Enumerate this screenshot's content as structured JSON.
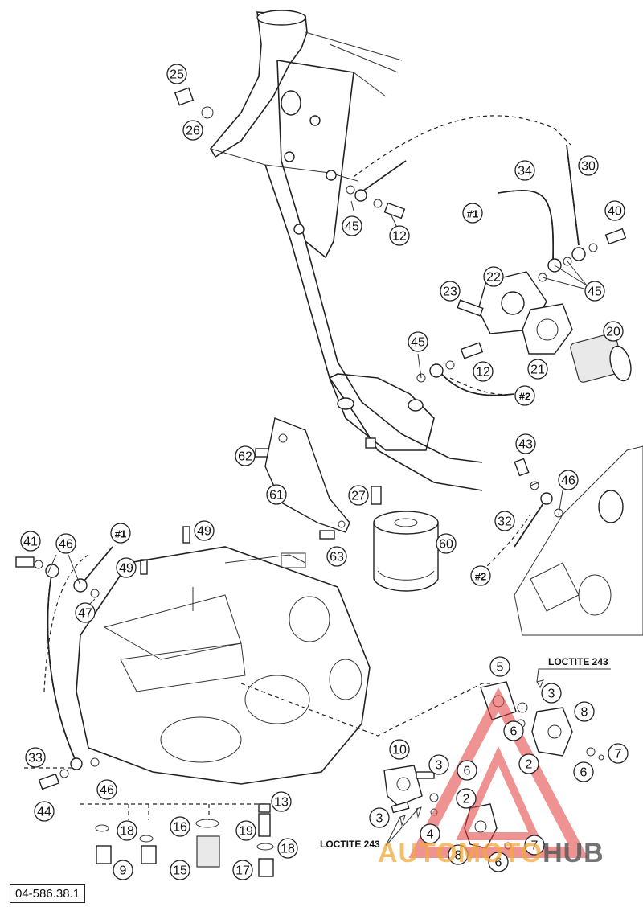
{
  "figure_code": "04-586.38.1",
  "loctite_labels": [
    "LOCTITE 243",
    "LOCTITE 243"
  ],
  "callouts": [
    {
      "id": "c25",
      "label": "25"
    },
    {
      "id": "c26",
      "label": "26"
    },
    {
      "id": "c45a",
      "label": "45"
    },
    {
      "id": "c12a",
      "label": "12"
    },
    {
      "id": "c34",
      "label": "34"
    },
    {
      "id": "c30",
      "label": "30"
    },
    {
      "id": "c1a",
      "label": "#1"
    },
    {
      "id": "c40",
      "label": "40"
    },
    {
      "id": "c22",
      "label": "22"
    },
    {
      "id": "c45b",
      "label": "45"
    },
    {
      "id": "c23",
      "label": "23"
    },
    {
      "id": "c20",
      "label": "20"
    },
    {
      "id": "c45c",
      "label": "45"
    },
    {
      "id": "c12b",
      "label": "12"
    },
    {
      "id": "c21",
      "label": "21"
    },
    {
      "id": "c2a",
      "label": "#2"
    },
    {
      "id": "c43",
      "label": "43"
    },
    {
      "id": "c46a",
      "label": "46"
    },
    {
      "id": "c62",
      "label": "62"
    },
    {
      "id": "c27",
      "label": "27"
    },
    {
      "id": "c61",
      "label": "61"
    },
    {
      "id": "c32",
      "label": "32"
    },
    {
      "id": "c60",
      "label": "60"
    },
    {
      "id": "c63",
      "label": "63"
    },
    {
      "id": "c2b",
      "label": "#2"
    },
    {
      "id": "c41",
      "label": "41"
    },
    {
      "id": "c46b",
      "label": "46"
    },
    {
      "id": "c1b",
      "label": "#1"
    },
    {
      "id": "c49a",
      "label": "49"
    },
    {
      "id": "c49b",
      "label": "49"
    },
    {
      "id": "c47",
      "label": "47"
    },
    {
      "id": "c5",
      "label": "5"
    },
    {
      "id": "c3a",
      "label": "3"
    },
    {
      "id": "c8a",
      "label": "8"
    },
    {
      "id": "c6a",
      "label": "6"
    },
    {
      "id": "c2c",
      "label": "2"
    },
    {
      "id": "c7a",
      "label": "7"
    },
    {
      "id": "c6b",
      "label": "6"
    },
    {
      "id": "c10",
      "label": "10"
    },
    {
      "id": "c3b",
      "label": "3"
    },
    {
      "id": "c6c",
      "label": "6"
    },
    {
      "id": "c2d",
      "label": "2"
    },
    {
      "id": "c3c",
      "label": "3"
    },
    {
      "id": "c4",
      "label": "4"
    },
    {
      "id": "c7b",
      "label": "7"
    },
    {
      "id": "c8b",
      "label": "8"
    },
    {
      "id": "c6d",
      "label": "6"
    },
    {
      "id": "c33",
      "label": "33"
    },
    {
      "id": "c46c",
      "label": "46"
    },
    {
      "id": "c44",
      "label": "44"
    },
    {
      "id": "c13",
      "label": "13"
    },
    {
      "id": "c18a",
      "label": "18"
    },
    {
      "id": "c16",
      "label": "16"
    },
    {
      "id": "c19",
      "label": "19"
    },
    {
      "id": "c18b",
      "label": "18"
    },
    {
      "id": "c9",
      "label": "9"
    },
    {
      "id": "c15",
      "label": "15"
    },
    {
      "id": "c17",
      "label": "17"
    }
  ],
  "watermark": {
    "part1": "AUTOMOTO",
    "part2": "HUB"
  },
  "colors": {
    "watermark_red": "#e23a3a",
    "watermark_orange": "#f0aa3c",
    "line": "#222222"
  }
}
